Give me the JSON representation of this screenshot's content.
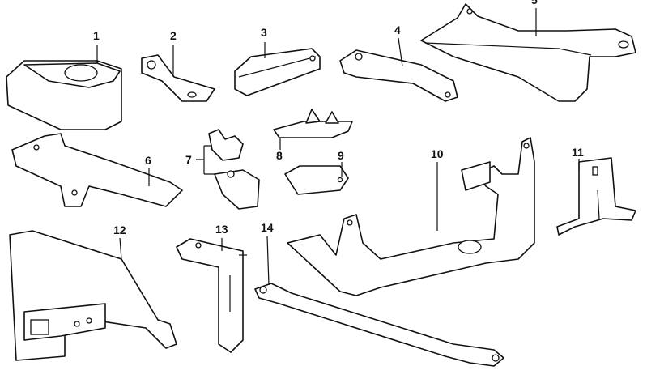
{
  "diagram": {
    "part_labels": [
      "1",
      "2",
      "3",
      "4",
      "5",
      "6",
      "7",
      "8",
      "9",
      "10",
      "11",
      "12",
      "13",
      "14"
    ],
    "line_color": "#111111",
    "background": "#ffffff"
  }
}
